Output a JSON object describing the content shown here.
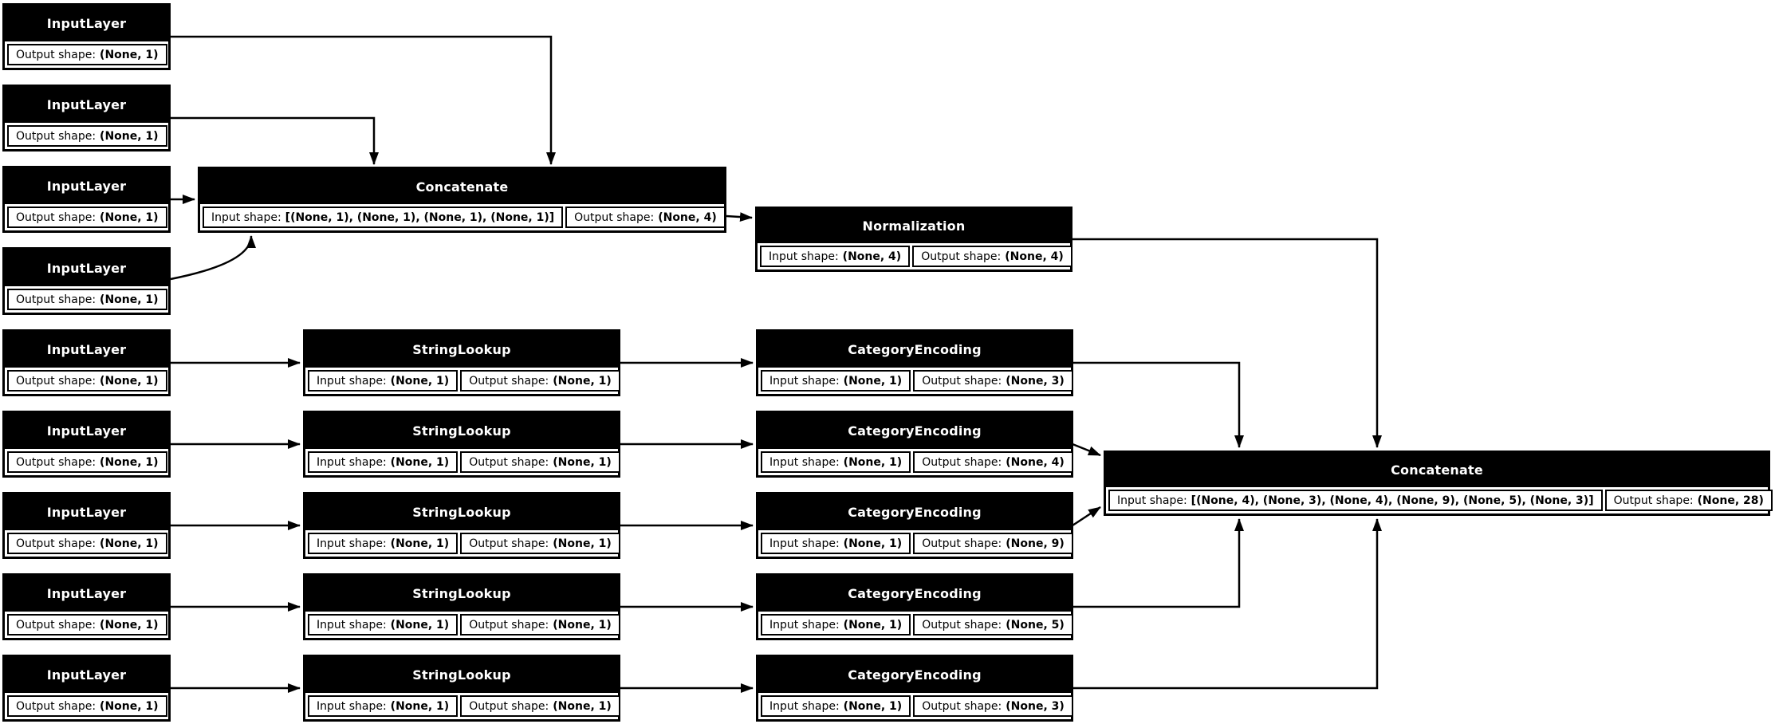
{
  "diagram": {
    "kind": "keras-model-plot",
    "colors": {
      "node_header_bg": "#000000",
      "node_header_text": "#ffffff",
      "cell_bg": "#ffffff",
      "border": "#000000",
      "edge": "#000000",
      "page_bg": "#ffffff"
    },
    "nodes": {
      "il1": {
        "title": "InputLayer",
        "cells": [
          {
            "label": "Output shape:",
            "value": "(None, 1)"
          }
        ]
      },
      "il2": {
        "title": "InputLayer",
        "cells": [
          {
            "label": "Output shape:",
            "value": "(None, 1)"
          }
        ]
      },
      "il3": {
        "title": "InputLayer",
        "cells": [
          {
            "label": "Output shape:",
            "value": "(None, 1)"
          }
        ]
      },
      "il4": {
        "title": "InputLayer",
        "cells": [
          {
            "label": "Output shape:",
            "value": "(None, 1)"
          }
        ]
      },
      "concat1": {
        "title": "Concatenate",
        "cells": [
          {
            "label": "Input shape:",
            "value": "[(None, 1), (None, 1), (None, 1), (None, 1)]"
          },
          {
            "label": "Output shape:",
            "value": "(None, 4)"
          }
        ]
      },
      "norm": {
        "title": "Normalization",
        "cells": [
          {
            "label": "Input shape:",
            "value": "(None, 4)"
          },
          {
            "label": "Output shape:",
            "value": "(None, 4)"
          }
        ]
      },
      "il5": {
        "title": "InputLayer",
        "cells": [
          {
            "label": "Output shape:",
            "value": "(None, 1)"
          }
        ]
      },
      "il6": {
        "title": "InputLayer",
        "cells": [
          {
            "label": "Output shape:",
            "value": "(None, 1)"
          }
        ]
      },
      "il7": {
        "title": "InputLayer",
        "cells": [
          {
            "label": "Output shape:",
            "value": "(None, 1)"
          }
        ]
      },
      "il8": {
        "title": "InputLayer",
        "cells": [
          {
            "label": "Output shape:",
            "value": "(None, 1)"
          }
        ]
      },
      "il9": {
        "title": "InputLayer",
        "cells": [
          {
            "label": "Output shape:",
            "value": "(None, 1)"
          }
        ]
      },
      "sl1": {
        "title": "StringLookup",
        "cells": [
          {
            "label": "Input shape:",
            "value": "(None, 1)"
          },
          {
            "label": "Output shape:",
            "value": "(None, 1)"
          }
        ]
      },
      "sl2": {
        "title": "StringLookup",
        "cells": [
          {
            "label": "Input shape:",
            "value": "(None, 1)"
          },
          {
            "label": "Output shape:",
            "value": "(None, 1)"
          }
        ]
      },
      "sl3": {
        "title": "StringLookup",
        "cells": [
          {
            "label": "Input shape:",
            "value": "(None, 1)"
          },
          {
            "label": "Output shape:",
            "value": "(None, 1)"
          }
        ]
      },
      "sl4": {
        "title": "StringLookup",
        "cells": [
          {
            "label": "Input shape:",
            "value": "(None, 1)"
          },
          {
            "label": "Output shape:",
            "value": "(None, 1)"
          }
        ]
      },
      "sl5": {
        "title": "StringLookup",
        "cells": [
          {
            "label": "Input shape:",
            "value": "(None, 1)"
          },
          {
            "label": "Output shape:",
            "value": "(None, 1)"
          }
        ]
      },
      "ce1": {
        "title": "CategoryEncoding",
        "cells": [
          {
            "label": "Input shape:",
            "value": "(None, 1)"
          },
          {
            "label": "Output shape:",
            "value": "(None, 3)"
          }
        ]
      },
      "ce2": {
        "title": "CategoryEncoding",
        "cells": [
          {
            "label": "Input shape:",
            "value": "(None, 1)"
          },
          {
            "label": "Output shape:",
            "value": "(None, 4)"
          }
        ]
      },
      "ce3": {
        "title": "CategoryEncoding",
        "cells": [
          {
            "label": "Input shape:",
            "value": "(None, 1)"
          },
          {
            "label": "Output shape:",
            "value": "(None, 9)"
          }
        ]
      },
      "ce4": {
        "title": "CategoryEncoding",
        "cells": [
          {
            "label": "Input shape:",
            "value": "(None, 1)"
          },
          {
            "label": "Output shape:",
            "value": "(None, 5)"
          }
        ]
      },
      "ce5": {
        "title": "CategoryEncoding",
        "cells": [
          {
            "label": "Input shape:",
            "value": "(None, 1)"
          },
          {
            "label": "Output shape:",
            "value": "(None, 3)"
          }
        ]
      },
      "concat2": {
        "title": "Concatenate",
        "cells": [
          {
            "label": "Input shape:",
            "value": "[(None, 4), (None, 3), (None, 4), (None, 9), (None, 5), (None, 3)]"
          },
          {
            "label": "Output shape:",
            "value": "(None, 28)"
          }
        ]
      }
    },
    "edges": [
      {
        "from": "il1",
        "to": "concat1"
      },
      {
        "from": "il2",
        "to": "concat1"
      },
      {
        "from": "il3",
        "to": "concat1"
      },
      {
        "from": "il4",
        "to": "concat1"
      },
      {
        "from": "concat1",
        "to": "norm"
      },
      {
        "from": "norm",
        "to": "concat2"
      },
      {
        "from": "il5",
        "to": "sl1"
      },
      {
        "from": "sl1",
        "to": "ce1"
      },
      {
        "from": "il6",
        "to": "sl2"
      },
      {
        "from": "sl2",
        "to": "ce2"
      },
      {
        "from": "il7",
        "to": "sl3"
      },
      {
        "from": "sl3",
        "to": "ce3"
      },
      {
        "from": "il8",
        "to": "sl4"
      },
      {
        "from": "sl4",
        "to": "ce4"
      },
      {
        "from": "il9",
        "to": "sl5"
      },
      {
        "from": "sl5",
        "to": "ce5"
      },
      {
        "from": "ce1",
        "to": "concat2"
      },
      {
        "from": "ce2",
        "to": "concat2"
      },
      {
        "from": "ce3",
        "to": "concat2"
      },
      {
        "from": "ce4",
        "to": "concat2"
      },
      {
        "from": "ce5",
        "to": "concat2"
      }
    ]
  }
}
